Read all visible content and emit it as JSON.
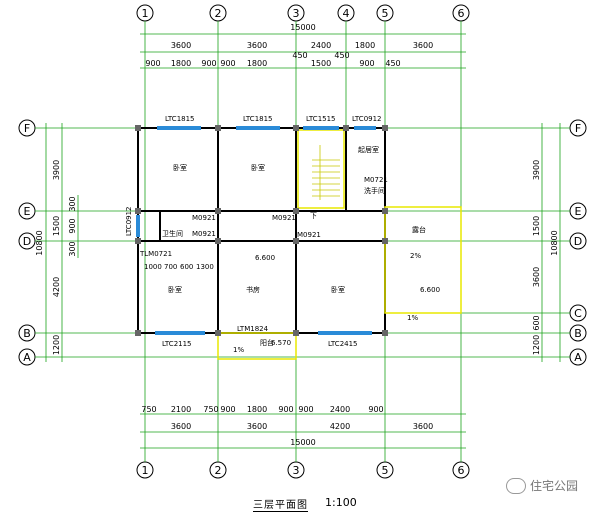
{
  "colors": {
    "dimension": "#1aa31a",
    "wall": "#000000",
    "column": "#666666",
    "window": "#2a8bd8",
    "stair": "#c8c800",
    "balcony": "#e8e800",
    "text": "#000000"
  },
  "axes_top": [
    "1",
    "2",
    "3",
    "4",
    "5",
    "6"
  ],
  "axes_side": [
    "F",
    "E",
    "D",
    "C",
    "B",
    "A"
  ],
  "dims": {
    "top_total": "15000",
    "top_main": [
      "3600",
      "3600",
      "2400",
      "1800",
      "3600"
    ],
    "top_sub": [
      "900",
      "1800",
      "900",
      "900",
      "1800",
      "450",
      "1500",
      "450",
      "900",
      "450"
    ],
    "bottom_sub": [
      "750",
      "2100",
      "750",
      "900",
      "1800",
      "900",
      "900",
      "2400",
      "900"
    ],
    "bottom_main": [
      "3600",
      "3600",
      "4200",
      "3600"
    ],
    "bottom_total": "15000",
    "left_total": "10800",
    "left_main": [
      "3900",
      "1500",
      "4200",
      "1200"
    ],
    "left_sub": [
      "300",
      "900",
      "300"
    ],
    "right_total": "10800",
    "right_main": [
      "3900",
      "1500",
      "3600",
      "1200",
      "600"
    ]
  },
  "labels": {
    "win_f1": "LTC1815",
    "win_f2": "LTC1815",
    "win_f3": "LTC1515",
    "win_f4": "LTC0912",
    "win_b1": "LTC2115",
    "win_b2": "LTC2415",
    "win_e": "LTC0912",
    "bedroom1": "卧室",
    "bedroom2": "卧室",
    "bedroom3": "卧室",
    "bedroom4": "卧室",
    "study": "书房",
    "guest": "起居室",
    "wash": "洗手间",
    "wc": "卫生间",
    "balcony": "露台",
    "balcony_b": "阳台",
    "door1": "M0921",
    "door2": "M0921",
    "door3": "M0921",
    "door4": "M0921",
    "door5": "M0721",
    "tlm": "TLM0721",
    "ltm": "LTM1824",
    "elev1": "6.600",
    "elev2": "6.600",
    "elev3": "6.570",
    "seg_row": [
      "1000",
      "700",
      "600",
      "1300"
    ],
    "slope1": "2%",
    "slope2": "1%",
    "slope3": "1%",
    "down": "下"
  },
  "footer": {
    "title": "三层平面图",
    "scale": "1:100",
    "watermark": "住宅公园"
  }
}
